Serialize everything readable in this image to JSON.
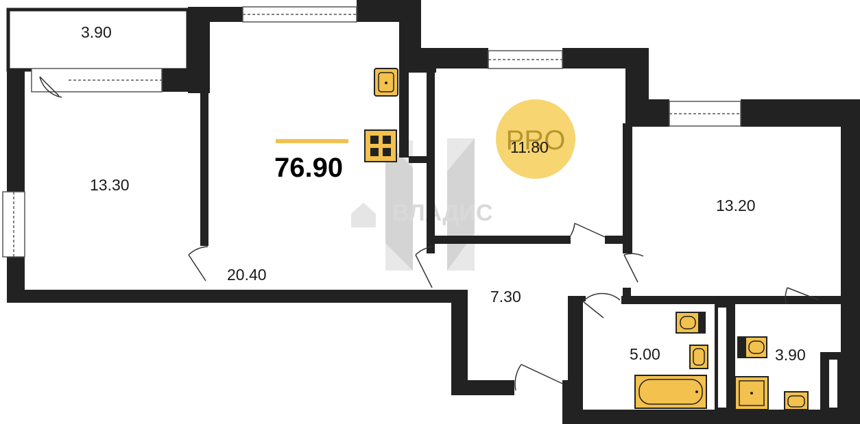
{
  "plan": {
    "total_area": "76.90",
    "badge": "PRO",
    "watermark": "ВЛАДИС",
    "rooms": [
      {
        "id": "balcony",
        "area": "3.90"
      },
      {
        "id": "bedroom-left",
        "area": "13.30"
      },
      {
        "id": "living-room",
        "area": "20.40"
      },
      {
        "id": "kitchen",
        "area": "11.80"
      },
      {
        "id": "bedroom-right",
        "area": "13.20"
      },
      {
        "id": "hallway",
        "area": "7.30"
      },
      {
        "id": "bathroom",
        "area": "5.00"
      },
      {
        "id": "toilet-room",
        "area": "3.90"
      }
    ],
    "colors": {
      "wall": "#222222",
      "fixture": "#f2c14e",
      "accent": "#f2c14e",
      "badge": "#f7d571",
      "watermark": "#d9d9d9"
    }
  }
}
